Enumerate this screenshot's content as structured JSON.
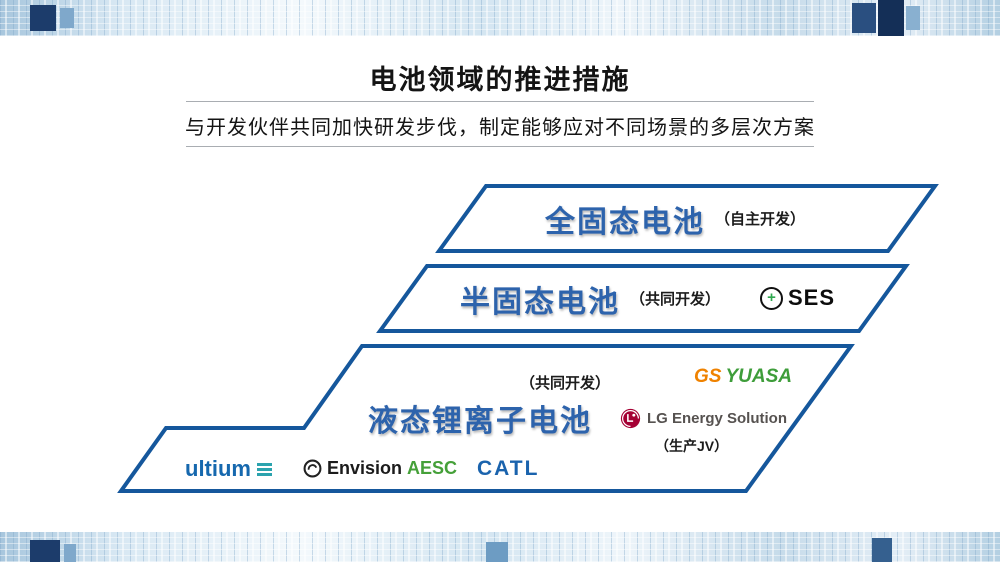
{
  "slide": {
    "title": "电池领域的推进措施",
    "subtitle": "与开发伙伴共同加快研发步伐，制定能够应对不同场景的多层次方案"
  },
  "layers": {
    "solid": {
      "name": "全固态电池",
      "note": "（自主开发）"
    },
    "semi": {
      "name": "半固态电池",
      "note": "（共同开发）"
    },
    "liquid": {
      "name": "液态锂离子电池",
      "note": "（共同开发）",
      "jv_note": "（生产JV）"
    }
  },
  "logos": {
    "ses": {
      "text": "SES",
      "plus": "+"
    },
    "gs_yuasa": {
      "gs": "GS",
      "yuasa": "YUASA"
    },
    "lg": {
      "text": "LG Energy Solution"
    },
    "ultium": {
      "text": "ultium"
    },
    "envision": {
      "envision": "Envision",
      "aesc": "AESC"
    },
    "catl": {
      "text": "CATL"
    }
  },
  "colors": {
    "border_blue": "#15579c",
    "battery_text_blue": "#2d63ac",
    "gs_orange": "#ef8200",
    "yuasa_green": "#3e9d3a",
    "aesc_green": "#45a039",
    "lg_magenta": "#a50034",
    "ultium_blue": "#1668ae",
    "ultium_teal": "#2ba3ae",
    "catl_blue": "#1a63ad",
    "ses_green": "#2fa84f",
    "decor_navy": "#1c3c6b",
    "decor_light_blue": "#b3cfe2"
  }
}
